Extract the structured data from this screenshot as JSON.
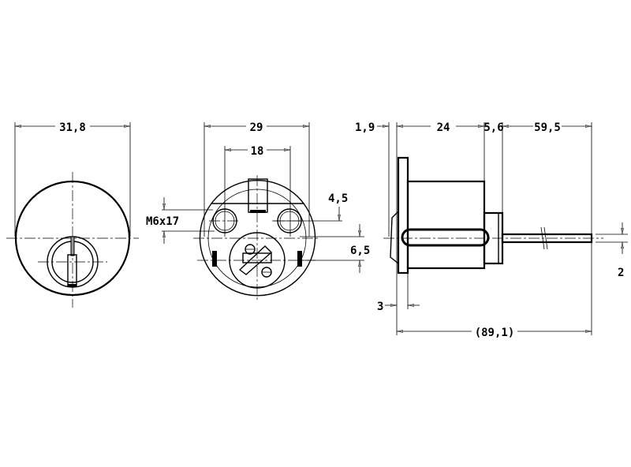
{
  "drawing": {
    "front_view": {
      "diameter": "31,8"
    },
    "back_view": {
      "width": "29",
      "hole_spacing": "18",
      "screw": "M6x17",
      "hole_offset": "4,5",
      "center_offset": "6,5"
    },
    "side_view": {
      "flange": "1,9",
      "body_length": "24",
      "rear_length": "5,6",
      "spindle_length": "59,5",
      "flange_thickness": "3",
      "total_length": "(89,1)",
      "spindle_width": "2"
    }
  }
}
